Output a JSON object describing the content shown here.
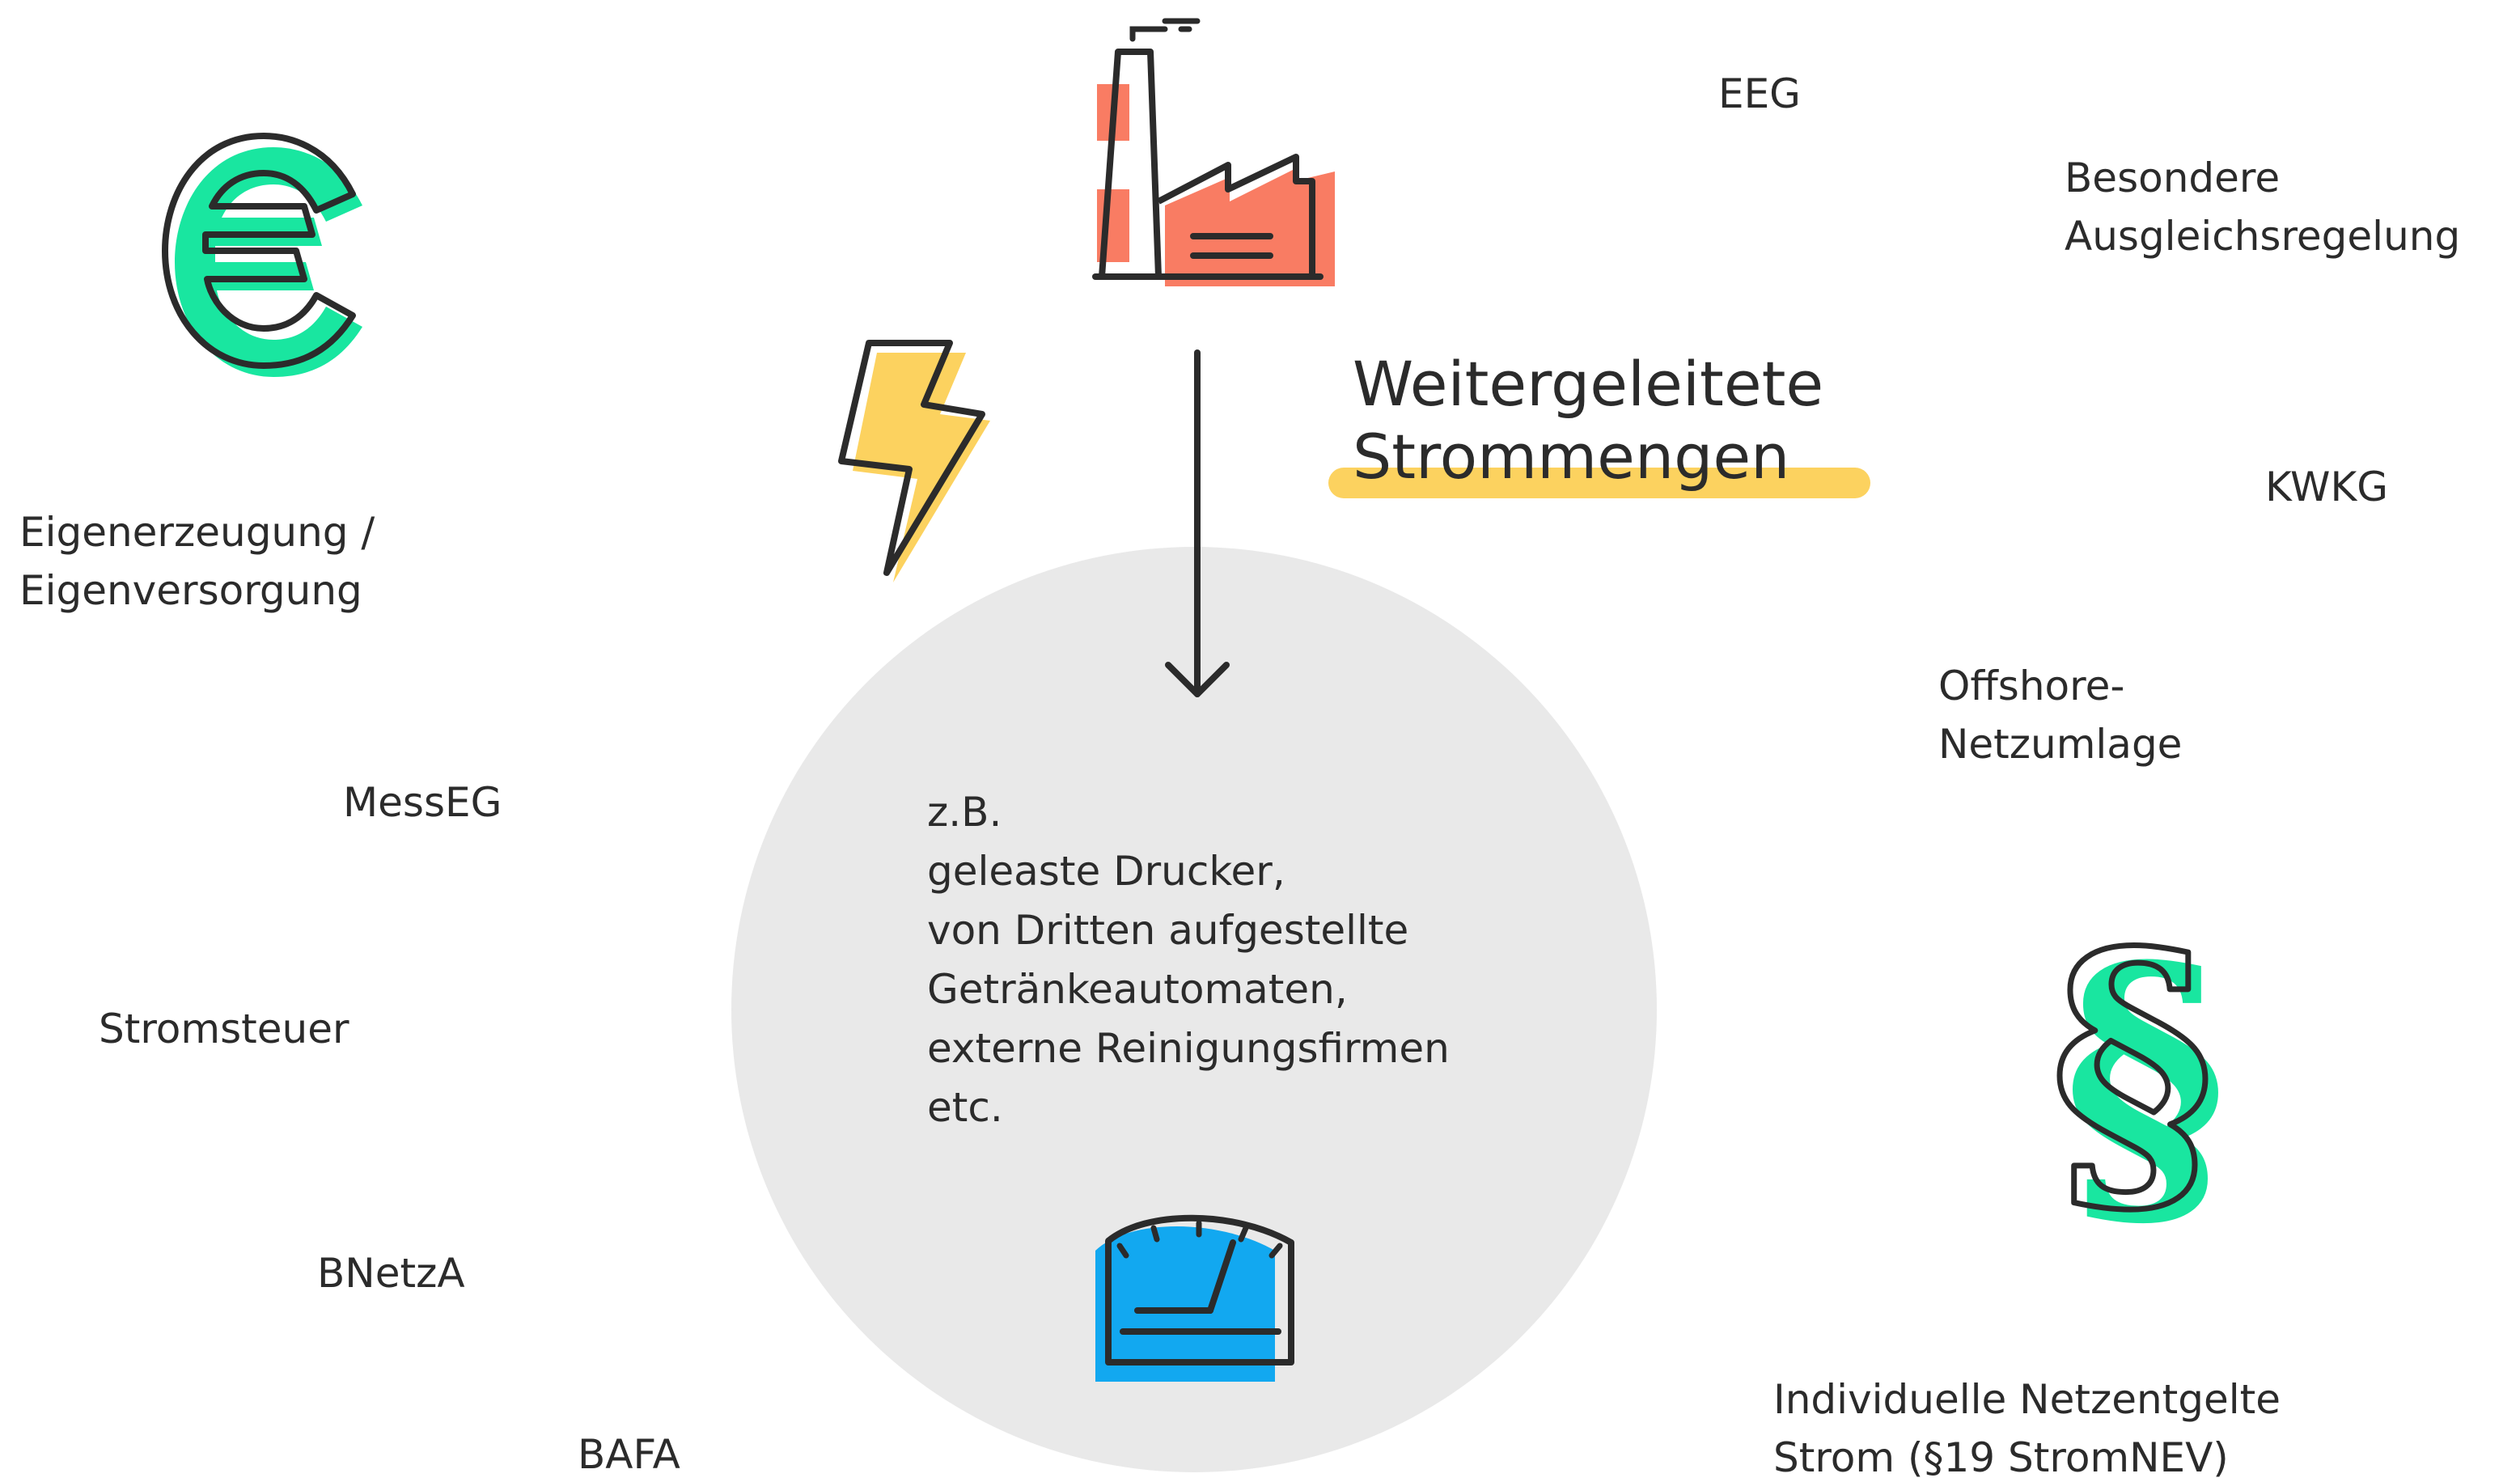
{
  "title": {
    "line1": "Weitergeleitete",
    "line2": "Strommengen"
  },
  "circle_text": {
    "line1": "z.B.",
    "line2": "geleaste Drucker,",
    "line3": "von Dritten aufgestellte",
    "line4": "Getränkeautomaten,",
    "line5": "externe Reinigungsfirmen",
    "line6": "etc."
  },
  "labels": {
    "eeg": "EEG",
    "besondere_line1": "Besondere",
    "besondere_line2": "Ausgleichsregelung",
    "kwkg": "KWKG",
    "offshore_line1": "Offshore-",
    "offshore_line2": "Netzumlage",
    "netzentgelte_line1": "Individuelle Netzentgelte",
    "netzentgelte_line2": "Strom (§19 StromNEV)",
    "eigen_line1": "Eigenerzeugung /",
    "eigen_line2": "Eigenversorgung",
    "messeg": "MessEG",
    "stromsteuer": "Stromsteuer",
    "bnetza": "BNetzA",
    "bafa": "BAFA"
  },
  "icons": {
    "euro": "euro-icon",
    "paragraph": "paragraph-icon",
    "factory": "factory-icon",
    "lightning": "lightning-icon",
    "meter": "meter-icon",
    "arrow": "arrow-down-icon"
  },
  "colors": {
    "green": "#19e6a0",
    "red": "#f97c63",
    "yellow": "#fcd25f",
    "blue": "#12a8f0",
    "gray_circle": "#e9e9e9",
    "text": "#2b2b2b"
  }
}
